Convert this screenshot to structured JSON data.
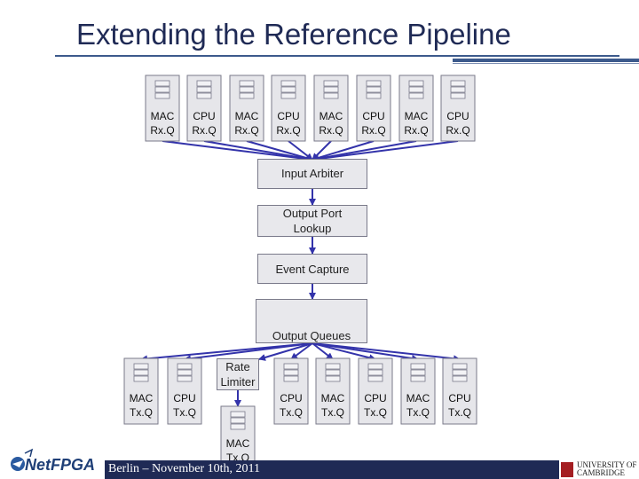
{
  "slide": {
    "title": "Extending the Reference Pipeline",
    "footer": "Berlin – November 10th, 2011",
    "logo_text": "NetFPGA",
    "university_line1": "UNIVERSITY OF",
    "university_line2": "CAMBRIDGE"
  },
  "input_queues": [
    {
      "line1": "MAC",
      "line2": "Rx.Q"
    },
    {
      "line1": "CPU",
      "line2": "Rx.Q"
    },
    {
      "line1": "MAC",
      "line2": "Rx.Q"
    },
    {
      "line1": "CPU",
      "line2": "Rx.Q"
    },
    {
      "line1": "MAC",
      "line2": "Rx.Q"
    },
    {
      "line1": "CPU",
      "line2": "Rx.Q"
    },
    {
      "line1": "MAC",
      "line2": "Rx.Q"
    },
    {
      "line1": "CPU",
      "line2": "Rx.Q"
    }
  ],
  "stages": {
    "input_arbiter": "Input Arbiter",
    "output_port_lookup_1": "Output Port",
    "output_port_lookup_2": "Lookup",
    "event_capture": "Event Capture",
    "output_queues": "Output Queues",
    "rate_limiter_1": "Rate",
    "rate_limiter_2": "Limiter"
  },
  "output_queues": [
    {
      "line1": "MAC",
      "line2": "Tx.Q"
    },
    {
      "line1": "CPU",
      "line2": "Tx.Q"
    },
    {
      "line1": "MAC",
      "line2": "Tx.Q"
    },
    {
      "line1": "CPU",
      "line2": "Tx.Q"
    },
    {
      "line1": "MAC",
      "line2": "Tx.Q"
    },
    {
      "line1": "CPU",
      "line2": "Tx.Q"
    },
    {
      "line1": "MAC",
      "line2": "Tx.Q"
    },
    {
      "line1": "CPU",
      "line2": "Tx.Q"
    }
  ],
  "colors": {
    "wire": "#3333aa",
    "title": "#1f2a55",
    "footer_bar": "#1f2a55"
  }
}
